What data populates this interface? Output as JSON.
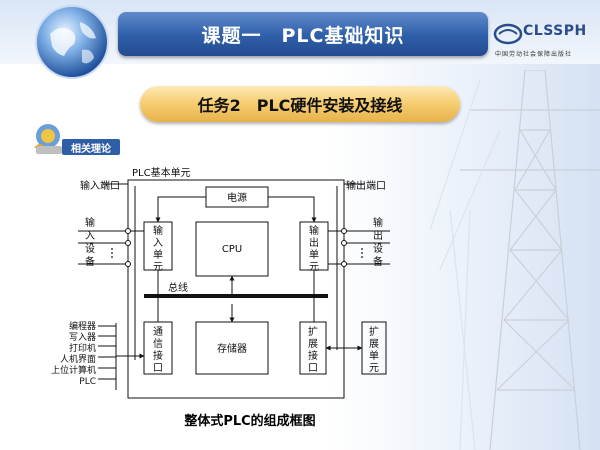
{
  "header": {
    "title": "课题一　PLC基础知识",
    "logo_text": "CLSSPH",
    "logo_subtitle": "中国劳动社会保障出版社"
  },
  "task_title": "任务2　PLC硬件安装及接线",
  "badge_label": "相关理论",
  "diagram": {
    "outer_label": "PLC基本单元",
    "power": "电源",
    "cpu": "CPU",
    "memory": "存储器",
    "bus": "总线",
    "input_unit": [
      "输",
      "入",
      "单",
      "元"
    ],
    "output_unit": [
      "输",
      "出",
      "单",
      "元"
    ],
    "comm_interface": [
      "通",
      "信",
      "接",
      "口"
    ],
    "expansion_interface": [
      "扩",
      "展",
      "接",
      "口"
    ],
    "expansion_unit": [
      "扩",
      "展",
      "单",
      "元"
    ],
    "input_port": "输入端口",
    "output_port": "输出端口",
    "input_device": [
      "输",
      "入",
      "设",
      "备"
    ],
    "output_device": [
      "输",
      "出",
      "设",
      "备"
    ],
    "peripherals": [
      "编程器",
      "写入器",
      "打印机",
      "人机界面",
      "上位计算机",
      "PLC"
    ]
  },
  "caption": "整体式PLC的组成框图",
  "colors": {
    "title_blue": "#2f5ea8",
    "task_gold": "#f2c563"
  }
}
